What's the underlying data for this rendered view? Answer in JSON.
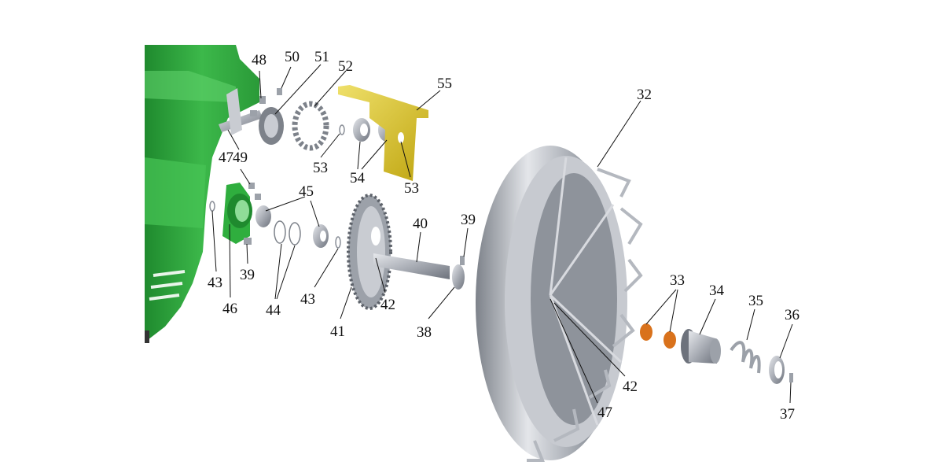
{
  "callouts": {
    "c32": "32",
    "c33": "33",
    "c34": "34",
    "c35": "35",
    "c36": "36",
    "c37": "37",
    "c38": "38",
    "c39a": "39",
    "c39b": "39",
    "c40": "40",
    "c41": "41",
    "c42a": "42",
    "c42b": "42",
    "c43a": "43",
    "c43b": "43",
    "c44": "44",
    "c45": "45",
    "c46": "46",
    "c47a": "47",
    "c47b": "47",
    "c48": "48",
    "c49": "49",
    "c50": "50",
    "c51": "51",
    "c52": "52",
    "c53a": "53",
    "c53b": "53",
    "c54": "54",
    "c55": "55"
  },
  "colors": {
    "frame_green": "#3cb84a",
    "frame_green_dark": "#1f8a2e",
    "bracket_yellow": "#d9c21a",
    "bushing_orange": "#d9721c",
    "steel": "#b8bcc4",
    "steel_dark": "#6d727c"
  }
}
